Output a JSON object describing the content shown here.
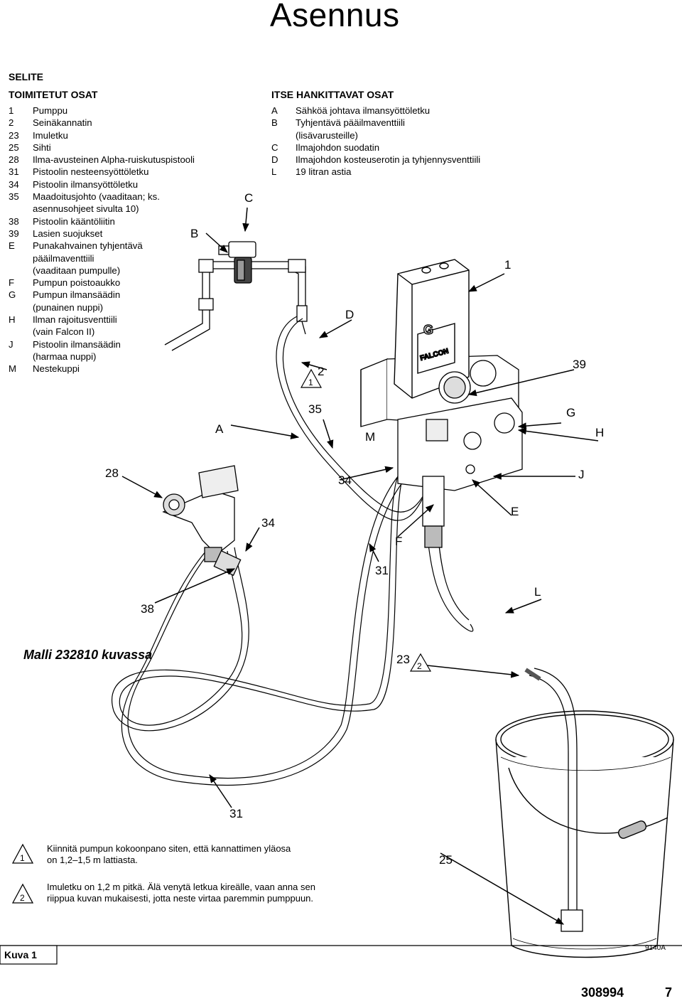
{
  "page": {
    "title": "Asennus"
  },
  "legend": {
    "heading": "SELITE",
    "supplied": {
      "heading": "TOIMITETUT OSAT",
      "items": [
        {
          "code": "1",
          "text": "Pumppu"
        },
        {
          "code": "2",
          "text": "Seinäkannatin"
        },
        {
          "code": "23",
          "text": "Imuletku"
        },
        {
          "code": "25",
          "text": "Sihti"
        },
        {
          "code": "28",
          "text": "Ilma-avusteinen Alpha-ruiskutuspistooli"
        },
        {
          "code": "31",
          "text": "Pistoolin nesteensyöttöletku"
        },
        {
          "code": "34",
          "text": "Pistoolin ilmansyöttöletku"
        },
        {
          "code": "35",
          "text": "Maadoitusjohto (vaaditaan; ks.\nasennusohjeet sivulta 10)"
        },
        {
          "code": "38",
          "text": "Pistoolin kääntöliitin"
        },
        {
          "code": "39",
          "text": "Lasien suojukset"
        },
        {
          "code": "E",
          "text": "Punakahvainen tyhjentävä\npääilmaventtiili\n(vaaditaan pumpulle)"
        },
        {
          "code": "F",
          "text": "Pumpun poistoaukko"
        },
        {
          "code": "G",
          "text": "Pumpun ilmansäädin\n(punainen nuppi)"
        },
        {
          "code": "H",
          "text": "Ilman rajoitusventtiili\n(vain Falcon II)"
        },
        {
          "code": "J",
          "text": "Pistoolin ilmansäädin\n(harmaa nuppi)"
        },
        {
          "code": "M",
          "text": "Nestekuppi"
        }
      ]
    },
    "user_supplied": {
      "heading": "ITSE HANKITTAVAT OSAT",
      "items": [
        {
          "code": "A",
          "text": "Sähköä johtava ilmansyöttöletku"
        },
        {
          "code": "B",
          "text": "Tyhjentävä pääilmaventtiili\n(lisävarusteille)"
        },
        {
          "code": "C",
          "text": "Ilmajohdon suodatin"
        },
        {
          "code": "D",
          "text": "Ilmajohdon kosteuserotin ja tyhjennysventtiili"
        },
        {
          "code": "L",
          "text": "19 litran astia"
        }
      ]
    }
  },
  "figure": {
    "caption": "Malli 232810 kuvassa",
    "callouts": {
      "A": "A",
      "B": "B",
      "C": "C",
      "D": "D",
      "E": "E",
      "F": "F",
      "G": "G",
      "H": "H",
      "J": "J",
      "L": "L",
      "M": "M",
      "c1": "1",
      "c2": "2",
      "c23": "23",
      "c25": "25",
      "c28": "28",
      "c31a": "31",
      "c31b": "31",
      "c34a": "34",
      "c34b": "34",
      "c35": "35",
      "c38": "38",
      "c39": "39"
    },
    "pump_labels": {
      "brand": "FALCON",
      "logo": "G"
    },
    "note_marks": {
      "n1": "1",
      "n2": "2"
    }
  },
  "notes": [
    {
      "mark": "1",
      "text": "Kiinnitä pumpun kokoonpano siten, että kannattimen yläosa\non 1,2–1,5 m lattiasta."
    },
    {
      "mark": "2",
      "text": "Imuletku on 1,2 m pitkä. Älä venytä letkua kireälle, vaan anna sen\nriippua kuvan mukaisesti, jotta neste virtaa paremmin pumppuun."
    }
  ],
  "footer": {
    "figure_label": "Kuva 1",
    "drawing_number": "9140A",
    "document_number": "308994",
    "page_number": "7"
  }
}
